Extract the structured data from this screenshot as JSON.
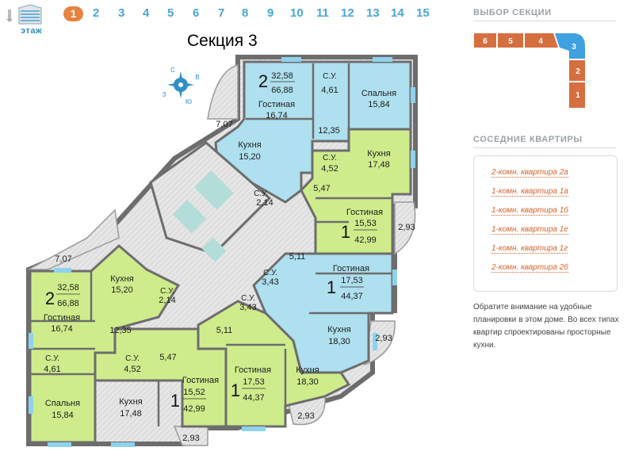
{
  "floor_nav": {
    "label": "этаж",
    "active": "1",
    "floors": [
      "2",
      "3",
      "4",
      "5",
      "6",
      "7",
      "8",
      "9",
      "10",
      "11",
      "12",
      "13",
      "14",
      "15"
    ]
  },
  "section_title": "Секция 3",
  "compass": {
    "n": "С",
    "e": "В",
    "s": "Ю",
    "w": "З"
  },
  "sidebar": {
    "section_selector_title": "ВЫБОР СЕКЦИИ",
    "sections": [
      "6",
      "5",
      "4",
      "3",
      "2",
      "1"
    ],
    "active_section": "3",
    "neighbors_title": "СОСЕДНИЕ КВАРТИРЫ",
    "neighbors": [
      "2-комн. квартира 2а",
      "1-комн. квартира 1а",
      "1-комн. квартира 1б",
      "1-комн. квартира 1е",
      "1-комн. квартира 1г",
      "2-комн. квартира 2б"
    ],
    "note": "Обратите внимание на удобные планировки в этом доме. Во всех типах квартир спроектированы просторные кухни."
  },
  "plan": {
    "apartments": [
      {
        "rooms": "2",
        "area_living": "32,58",
        "area_total": "66,88"
      },
      {
        "rooms": "1",
        "area_living": "15,53",
        "area_total": "42,99"
      },
      {
        "rooms": "1",
        "area_living": "17,53",
        "area_total": "44,37"
      },
      {
        "rooms": "2",
        "area_living": "32,58",
        "area_total": "66,88"
      },
      {
        "rooms": "1",
        "area_living": "15,52",
        "area_total": "42,99"
      },
      {
        "rooms": "1",
        "area_living": "17,53",
        "area_total": "44,37"
      }
    ],
    "labels": {
      "gostinaya": "Гостиная",
      "kuhnya": "Кухня",
      "spalnya": "Спальня",
      "su": "С.У.",
      "a_1674": "16,74",
      "a_461": "4,61",
      "a_1584": "15,84",
      "a_1235": "12,35",
      "a_1520": "15,20",
      "a_214": "2,14",
      "a_452": "4,52",
      "a_1748": "17,48",
      "a_547": "5,47",
      "a_1553": "15,53",
      "a_293": "2,93",
      "a_511": "5,11",
      "a_343": "3,43",
      "a_1753": "17,53",
      "a_1830": "18,30",
      "a_707": "7,07",
      "a_1552": "15,52"
    }
  },
  "colors": {
    "blue_unit": "#aee0ef",
    "green_unit": "#cfec8c",
    "wall": "#757575",
    "floor_nav": "#49a6d6",
    "active_floor": "#e8823f"
  }
}
